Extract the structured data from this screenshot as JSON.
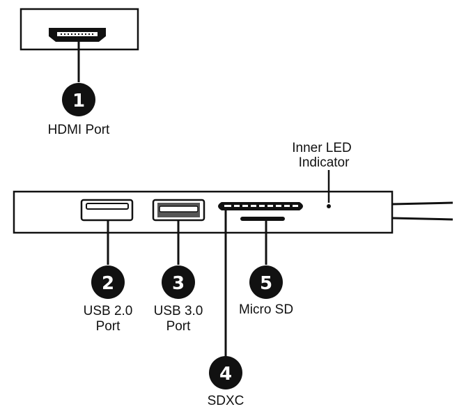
{
  "callouts": [
    {
      "number": "1",
      "label": "HDMI Port"
    },
    {
      "number": "2",
      "label_line1": "USB 2.0",
      "label_line2": "Port"
    },
    {
      "number": "3",
      "label_line1": "USB 3.0",
      "label_line2": "Port"
    },
    {
      "number": "4",
      "label": "SDXC"
    },
    {
      "number": "5",
      "label": "Micro SD"
    }
  ],
  "indicator": {
    "label_line1": "Inner LED",
    "label_line2": "Indicator"
  },
  "colors": {
    "stroke": "#111111",
    "badge": "#111111",
    "badge_text": "#ffffff",
    "background": "#ffffff"
  }
}
